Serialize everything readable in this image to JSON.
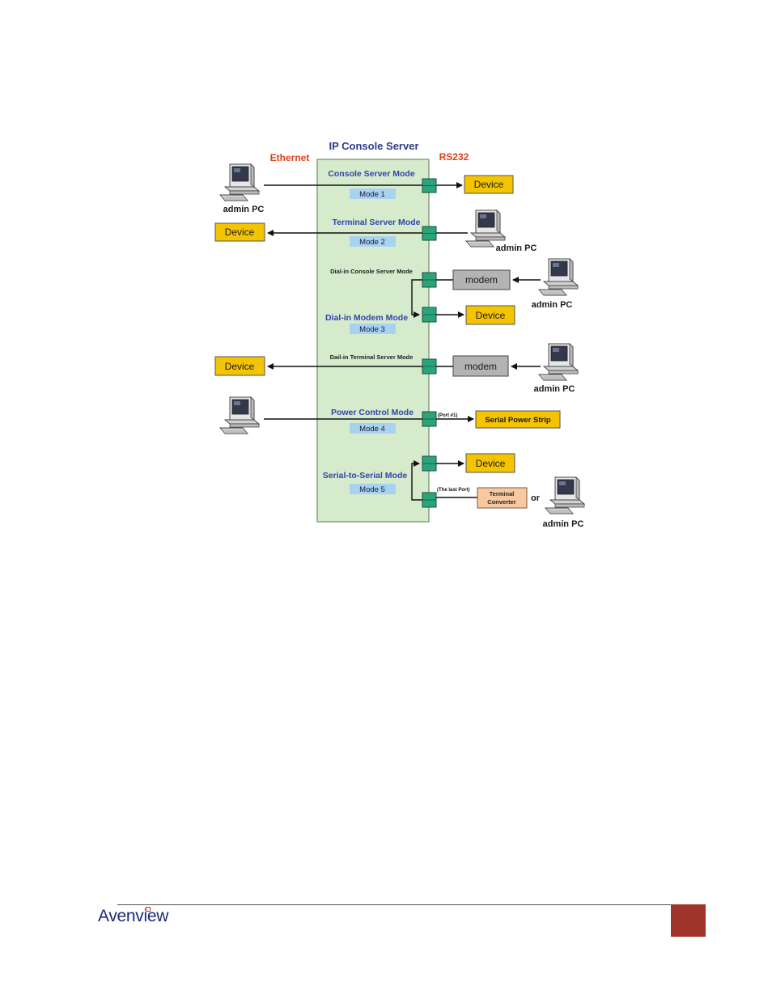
{
  "diagram": {
    "title": "IP Console Server",
    "ethernet_label": "Ethernet",
    "rs232_label": "RS232",
    "modes": {
      "console_server": "Console Server Mode",
      "mode1": "Mode 1",
      "terminal_server": "Terminal Server Mode",
      "mode2": "Mode 2",
      "dialin_console": "Dial-in Console Server Mode",
      "dialin_modem": "Dial-in Modem Mode",
      "mode3": "Mode 3",
      "dialin_terminal": "Dail-in Terminal Server Mode",
      "power_control": "Power Control Mode",
      "mode4": "Mode 4",
      "serial_to_serial": "Serial-to-Serial Mode",
      "mode5": "Mode 5"
    },
    "labels": {
      "device": "Device",
      "admin_pc": "admin PC",
      "modem": "modem",
      "serial_power_strip": "Serial Power Strip",
      "terminal": "Terminal",
      "converter": "Converter",
      "or": "or",
      "port1": "(Port #1)",
      "last_port": "(The last Port)"
    },
    "colors": {
      "server_fill": "#d5ebcc",
      "port_fill": "#2aa57a",
      "device_fill": "#f5c400",
      "modem_fill": "#b3b3b3",
      "badge_fill": "#a9d2f0",
      "converter_fill": "#f8c9a0"
    }
  },
  "footer": {
    "logo": "Avenview"
  }
}
